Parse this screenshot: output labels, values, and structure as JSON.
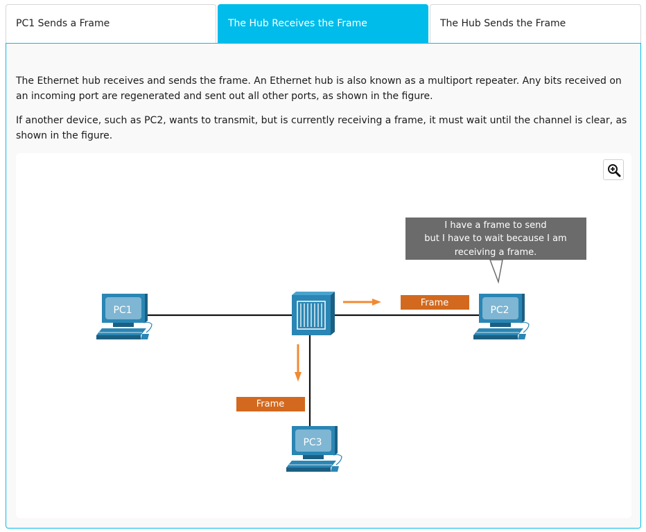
{
  "tabs": [
    {
      "label": "PC1 Sends a Frame"
    },
    {
      "label": "The Hub Receives the Frame"
    },
    {
      "label": "The Hub Sends the Frame"
    }
  ],
  "active_tab_index": 1,
  "content": {
    "paragraph1": "The Ethernet hub receives and sends the frame. An Ethernet hub is also known as a multiport repeater. Any bits received on an incoming port are regenerated and sent out all other ports, as shown in the figure.",
    "paragraph2": "If another device, such as PC2, wants to transmit, but is currently receiving a frame, it must wait until the channel is clear, as shown in the figure."
  },
  "figure": {
    "zoom_icon": "zoom-in-icon",
    "devices": {
      "pc1": "PC1",
      "pc2": "PC2",
      "pc3": "PC3"
    },
    "hub_icon": "hub-icon",
    "frame_labels": {
      "to_pc2": "Frame",
      "to_pc3": "Frame"
    },
    "speech_bubble": {
      "line1": "I have a frame to send",
      "line2": "but I have to wait because I am",
      "line3": "receiving a frame."
    }
  },
  "colors": {
    "accent": "#00bceb",
    "frame_box": "#d2691e",
    "arrow": "#f08a33",
    "device_blue": "#1f6e96",
    "bubble": "#6b6b6b"
  }
}
